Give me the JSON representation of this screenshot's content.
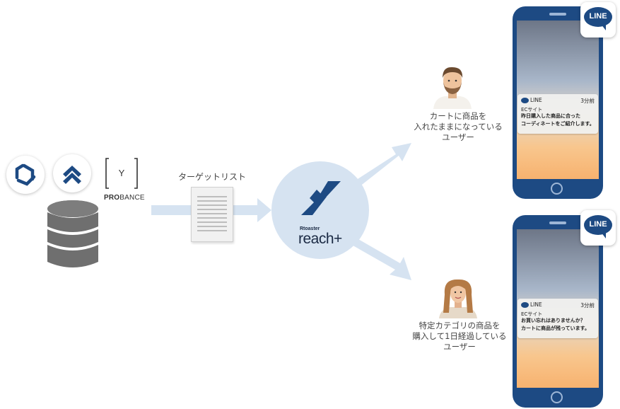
{
  "sources": {
    "probance_label_bold": "PRO",
    "probance_label_rest": "BANCE",
    "probance_symbol": "Y"
  },
  "target_list": {
    "label": "ターゲットリスト"
  },
  "hub": {
    "label_small": "Rtoaster",
    "label_big": "reach+"
  },
  "segments": [
    {
      "lines": [
        "カートに商品を",
        "入れたままになっている",
        "ユーザー"
      ],
      "notification": {
        "app": "LINE",
        "time": "3分前",
        "sender": "ECサイト",
        "body": [
          "昨日購入した商品に合った",
          "コーディネートをご紹介します。"
        ]
      }
    },
    {
      "lines": [
        "特定カテゴリの商品を",
        "購入して1日経過している",
        "ユーザー"
      ],
      "notification": {
        "app": "LINE",
        "time": "3分前",
        "sender": "ECサイト",
        "body": [
          "お買い忘れはありませんか？",
          "カートに商品が残っています。"
        ]
      }
    }
  ],
  "line_badge": {
    "text": "LINE"
  },
  "colors": {
    "arrow": "#d6e3f1",
    "hub": "#d6e3f1",
    "phone": "#1d4a83",
    "database": "#6f6f6f"
  },
  "icons": [
    "rotating-hex-logo-icon",
    "double-chevron-logo-icon",
    "probance-logo-icon",
    "database-icon",
    "document-icon",
    "reach-plus-logo-icon",
    "man-avatar-icon",
    "woman-avatar-icon",
    "line-app-icon"
  ]
}
